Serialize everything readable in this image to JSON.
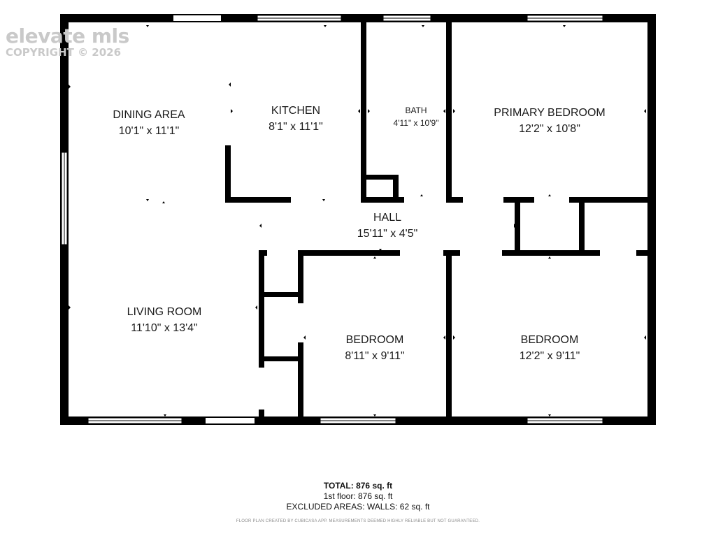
{
  "watermark": {
    "brand": "elevate mls",
    "copyright": "COPYRIGHT © 2026"
  },
  "rooms": {
    "dining": {
      "name": "DINING AREA",
      "dim": "10'1\" x 11'1\""
    },
    "kitchen": {
      "name": "KITCHEN",
      "dim": "8'1\" x 11'1\""
    },
    "bath": {
      "name": "BATH",
      "dim": "4'11\" x 10'9\""
    },
    "primary": {
      "name": "PRIMARY BEDROOM",
      "dim": "12'2\" x 10'8\""
    },
    "hall": {
      "name": "HALL",
      "dim": "15'11\" x 4'5\""
    },
    "living": {
      "name": "LIVING ROOM",
      "dim": "11'10\" x 13'4\""
    },
    "bedroom2": {
      "name": "BEDROOM",
      "dim": "8'11\" x 9'11\""
    },
    "bedroom3": {
      "name": "BEDROOM",
      "dim": "12'2\" x 9'11\""
    }
  },
  "totals": {
    "total": "TOTAL: 876 sq. ft",
    "floor1": "1st floor: 876 sq. ft",
    "excluded": "EXCLUDED AREAS: WALLS: 62 sq. ft"
  },
  "footer_note": "FLOOR PLAN CREATED BY CUBICASA APP. MEASUREMENTS DEEMED HIGHLY RELIABLE BUT NOT GUARANTEED.",
  "colors": {
    "wall": "#000000",
    "window": "#ffffff",
    "text": "#1a1a1a",
    "watermark": "#c9c9c9"
  }
}
